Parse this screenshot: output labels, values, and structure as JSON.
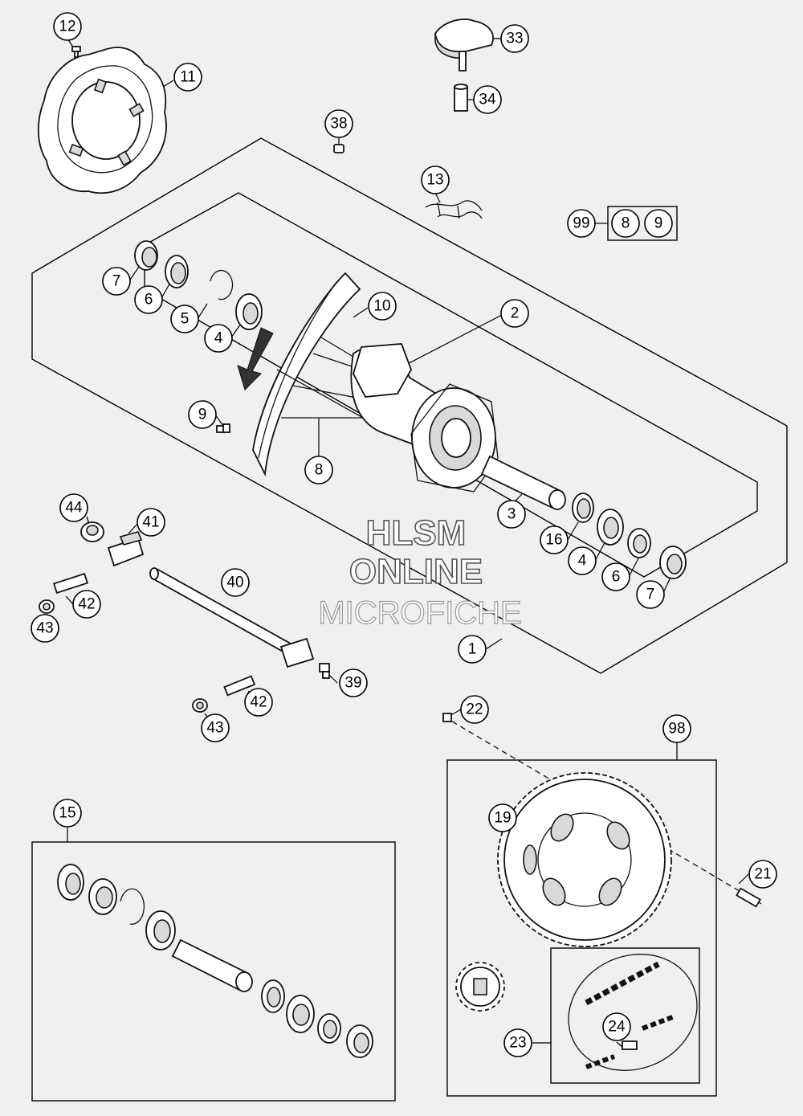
{
  "watermark": {
    "line1": "HLSM",
    "line2": "ONLINE",
    "line3": "MICROFICHE"
  },
  "callouts": [
    "12",
    "11",
    "33",
    "34",
    "38",
    "13",
    "99",
    "8",
    "9",
    "7",
    "6",
    "5",
    "4",
    "10",
    "2",
    "9",
    "8",
    "3",
    "16",
    "4",
    "6",
    "7",
    "44",
    "41",
    "40",
    "42",
    "43",
    "1",
    "39",
    "42",
    "43",
    "22",
    "98",
    "19",
    "21",
    "15",
    "24",
    "23"
  ],
  "colors": {
    "background": "#f0f0f0",
    "line": "#000000",
    "fill": "#ffffff",
    "shade": "#d9d9d9"
  }
}
